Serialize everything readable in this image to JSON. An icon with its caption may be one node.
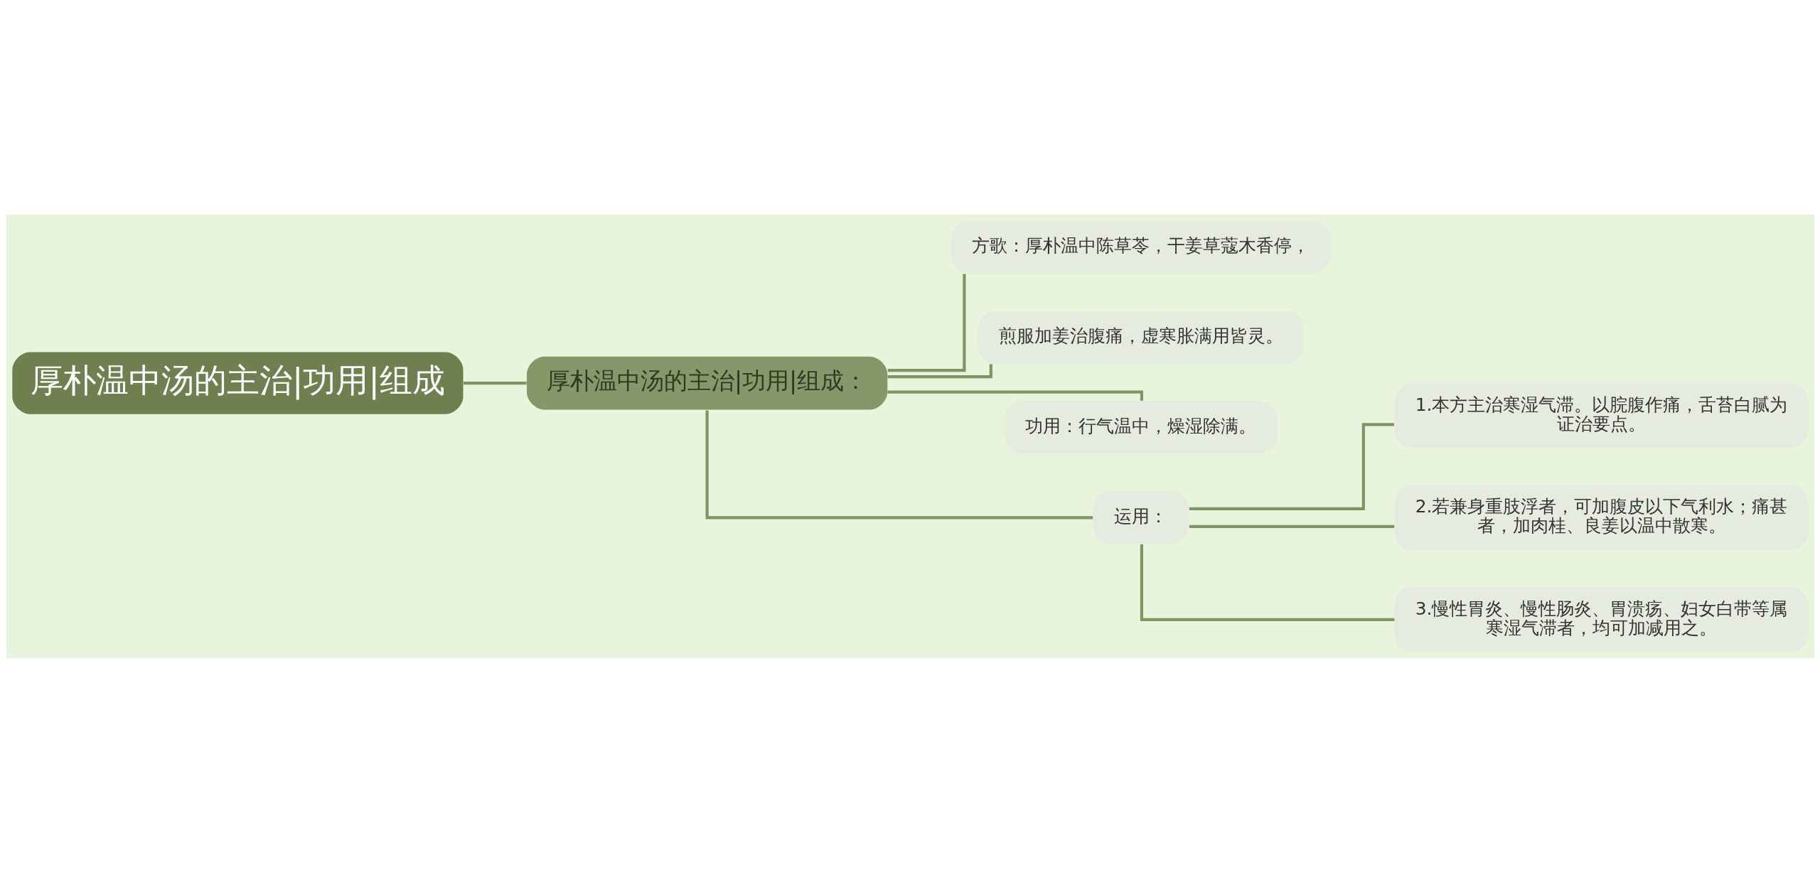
{
  "diagram": {
    "nodes": [
      {
        "text": [
          "厚朴温中汤的主治|功用|组成"
        ]
      },
      {
        "text": [
          "厚朴温中汤的主治|功用|组成："
        ]
      },
      {
        "text": [
          "方歌：厚朴温中陈草苓，干姜草蔻木香停，"
        ]
      },
      {
        "text": [
          "煎服加姜治腹痛，虚寒胀满用皆灵。"
        ]
      },
      {
        "text": [
          "功用：行气温中，燥湿除满。"
        ]
      },
      {
        "text": [
          "运用："
        ]
      },
      {
        "text": [
          "1.本方主治寒湿气滞。以脘腹作痛，舌苔白腻为证治要点。"
        ]
      },
      {
        "text": [
          "2.若兼身重肢浮者，可加腹皮以下气利水；痛甚者，加肉桂、良姜以温中散寒。"
        ]
      },
      {
        "text": [
          "3.慢性胃炎、慢性肠炎、胃溃疡、妇女白带等属寒湿气滞者，均可加减用之。"
        ]
      }
    ],
    "edges": [
      {
        "from": 0,
        "to": 1,
        "arrow": "none"
      },
      {
        "from": 1,
        "to": 2,
        "arrow": "none"
      },
      {
        "from": 1,
        "to": 3,
        "arrow": "none"
      },
      {
        "from": 1,
        "to": 4,
        "arrow": "none"
      },
      {
        "from": 1,
        "to": 5,
        "arrow": "none"
      },
      {
        "from": 5,
        "to": 6,
        "arrow": "none"
      },
      {
        "from": 5,
        "to": 7,
        "arrow": "none"
      },
      {
        "from": 5,
        "to": 8,
        "arrow": "none"
      }
    ]
  }
}
